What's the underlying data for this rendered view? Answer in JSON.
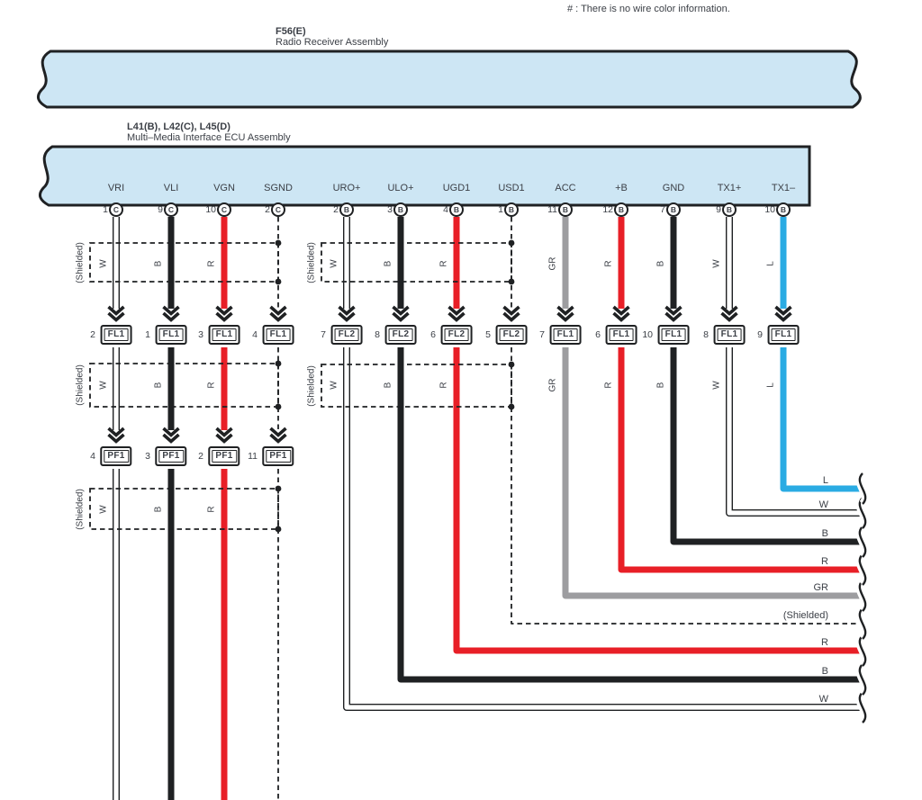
{
  "note": "# : There is no wire color information.",
  "shield_label": "(Shielded)",
  "colors": {
    "band_fill": "#cde6f4",
    "line": "#1f2123",
    "red": "#e81f27",
    "blue": "#2aabe3",
    "gray": "#9d9da0",
    "white": "#ffffff",
    "text": "#3b3f46"
  },
  "assemblies": [
    {
      "code": "F56(E)",
      "name": "Radio Receiver Assembly"
    },
    {
      "code": "L41(B), L42(C), L45(D)",
      "name": "Multi–Media Interface ECU Assembly"
    }
  ],
  "columns": [
    {
      "signal": "VRI",
      "pin": "1",
      "connector": "C",
      "wire_color": "W",
      "inline1": {
        "label": "FL1",
        "pin": "2"
      },
      "inline2": {
        "label": "PF1",
        "pin": "4"
      }
    },
    {
      "signal": "VLI",
      "pin": "9",
      "connector": "C",
      "wire_color": "B",
      "inline1": {
        "label": "FL1",
        "pin": "1"
      },
      "inline2": {
        "label": "PF1",
        "pin": "3"
      }
    },
    {
      "signal": "VGN",
      "pin": "10",
      "connector": "C",
      "wire_color": "R",
      "inline1": {
        "label": "FL1",
        "pin": "3"
      },
      "inline2": {
        "label": "PF1",
        "pin": "2"
      }
    },
    {
      "signal": "SGND",
      "pin": "2",
      "connector": "C",
      "wire_color": "shield",
      "inline1": {
        "label": "FL1",
        "pin": "4"
      },
      "inline2": {
        "label": "PF1",
        "pin": "11"
      }
    },
    {
      "signal": "URO+",
      "pin": "2",
      "connector": "B",
      "wire_color": "W",
      "inline1": {
        "label": "FL2",
        "pin": "7"
      },
      "exit_label": "W"
    },
    {
      "signal": "ULO+",
      "pin": "3",
      "connector": "B",
      "wire_color": "B",
      "inline1": {
        "label": "FL2",
        "pin": "8"
      },
      "exit_label": "B"
    },
    {
      "signal": "UGD1",
      "pin": "4",
      "connector": "B",
      "wire_color": "R",
      "inline1": {
        "label": "FL2",
        "pin": "6"
      },
      "exit_label": "R"
    },
    {
      "signal": "USD1",
      "pin": "1",
      "connector": "B",
      "wire_color": "shield",
      "inline1": {
        "label": "FL2",
        "pin": "5"
      },
      "exit_label": "(Shielded)"
    },
    {
      "signal": "ACC",
      "pin": "11",
      "connector": "B",
      "wire_color": "GR",
      "inline1": {
        "label": "FL1",
        "pin": "7"
      },
      "exit_label": "GR"
    },
    {
      "signal": "+B",
      "pin": "12",
      "connector": "B",
      "wire_color": "R",
      "inline1": {
        "label": "FL1",
        "pin": "6"
      },
      "exit_label": "R"
    },
    {
      "signal": "GND",
      "pin": "7",
      "connector": "B",
      "wire_color": "B",
      "inline1": {
        "label": "FL1",
        "pin": "10"
      },
      "exit_label": "B"
    },
    {
      "signal": "TX1+",
      "pin": "9",
      "connector": "B",
      "wire_color": "W",
      "inline1": {
        "label": "FL1",
        "pin": "8"
      },
      "exit_label": "W"
    },
    {
      "signal": "TX1–",
      "pin": "10",
      "connector": "B",
      "wire_color": "L",
      "inline1": {
        "label": "FL1",
        "pin": "9"
      },
      "exit_label": "L"
    }
  ]
}
